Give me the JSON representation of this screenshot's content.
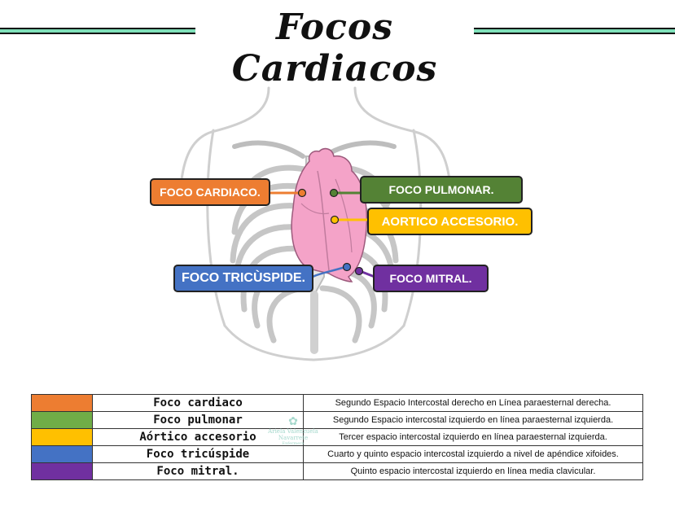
{
  "title": "Focos Cardiacos",
  "colors": {
    "cardiaco": "#ed7d31",
    "pulmonar": "#548235",
    "aortico": "#ffc000",
    "tricuspide": "#4472c4",
    "mitral": "#7030a0",
    "accent": "#7fe0b9"
  },
  "labels": {
    "cardiaco": "FOCO CARDIACO.",
    "pulmonar": "FOCO PULMONAR.",
    "aortico": "AORTICO ACCESORIO.",
    "tricuspide": "FOCO TRICÙSPIDE.",
    "mitral": "FOCO MITRAL."
  },
  "table": [
    {
      "color": "#ed7d31",
      "name": "Foco cardiaco",
      "desc": "Segundo Espacio Intercostal derecho en Línea paraesternal derecha."
    },
    {
      "color": "#70ad47",
      "name": "Foco pulmonar",
      "desc": "Segundo Espacio intercostal izquierdo en línea paraesternal izquierda."
    },
    {
      "color": "#ffc000",
      "name": "Aórtico accesorio",
      "desc": "Tercer espacio intercostal izquierdo en línea paraesternal izquierda."
    },
    {
      "color": "#4472c4",
      "name": "Foco tricúspide",
      "desc": "Cuarto y quinto espacio intercostal izquierdo a nivel de apéndice xifoides."
    },
    {
      "color": "#7030a0",
      "name": "Foco mitral.",
      "desc": "Quinto espacio intercostal izquierdo en línea media clavicular."
    }
  ],
  "watermark": {
    "name": "Ariela Valenzuela Navarrete",
    "role": "Enfermera"
  }
}
